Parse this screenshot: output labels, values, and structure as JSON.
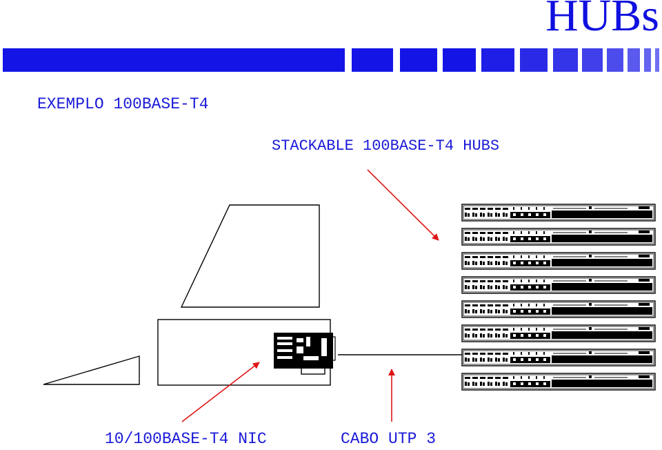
{
  "slide": {
    "title": "HUBs",
    "subtitle": "EXEMPLO 100BASE-T4"
  },
  "labels": {
    "hubs": "STACKABLE 100BASE-T4 HUBS",
    "nic": "10/100BASE-T4 NIC",
    "cable": "CABO UTP 3"
  },
  "colors": {
    "title": "#1010e0",
    "label_text": "#1a1ad8",
    "banner_blue": "#1414e6",
    "arrow": "#e01414",
    "line": "#000000"
  },
  "hub_stack": {
    "count": 8
  }
}
